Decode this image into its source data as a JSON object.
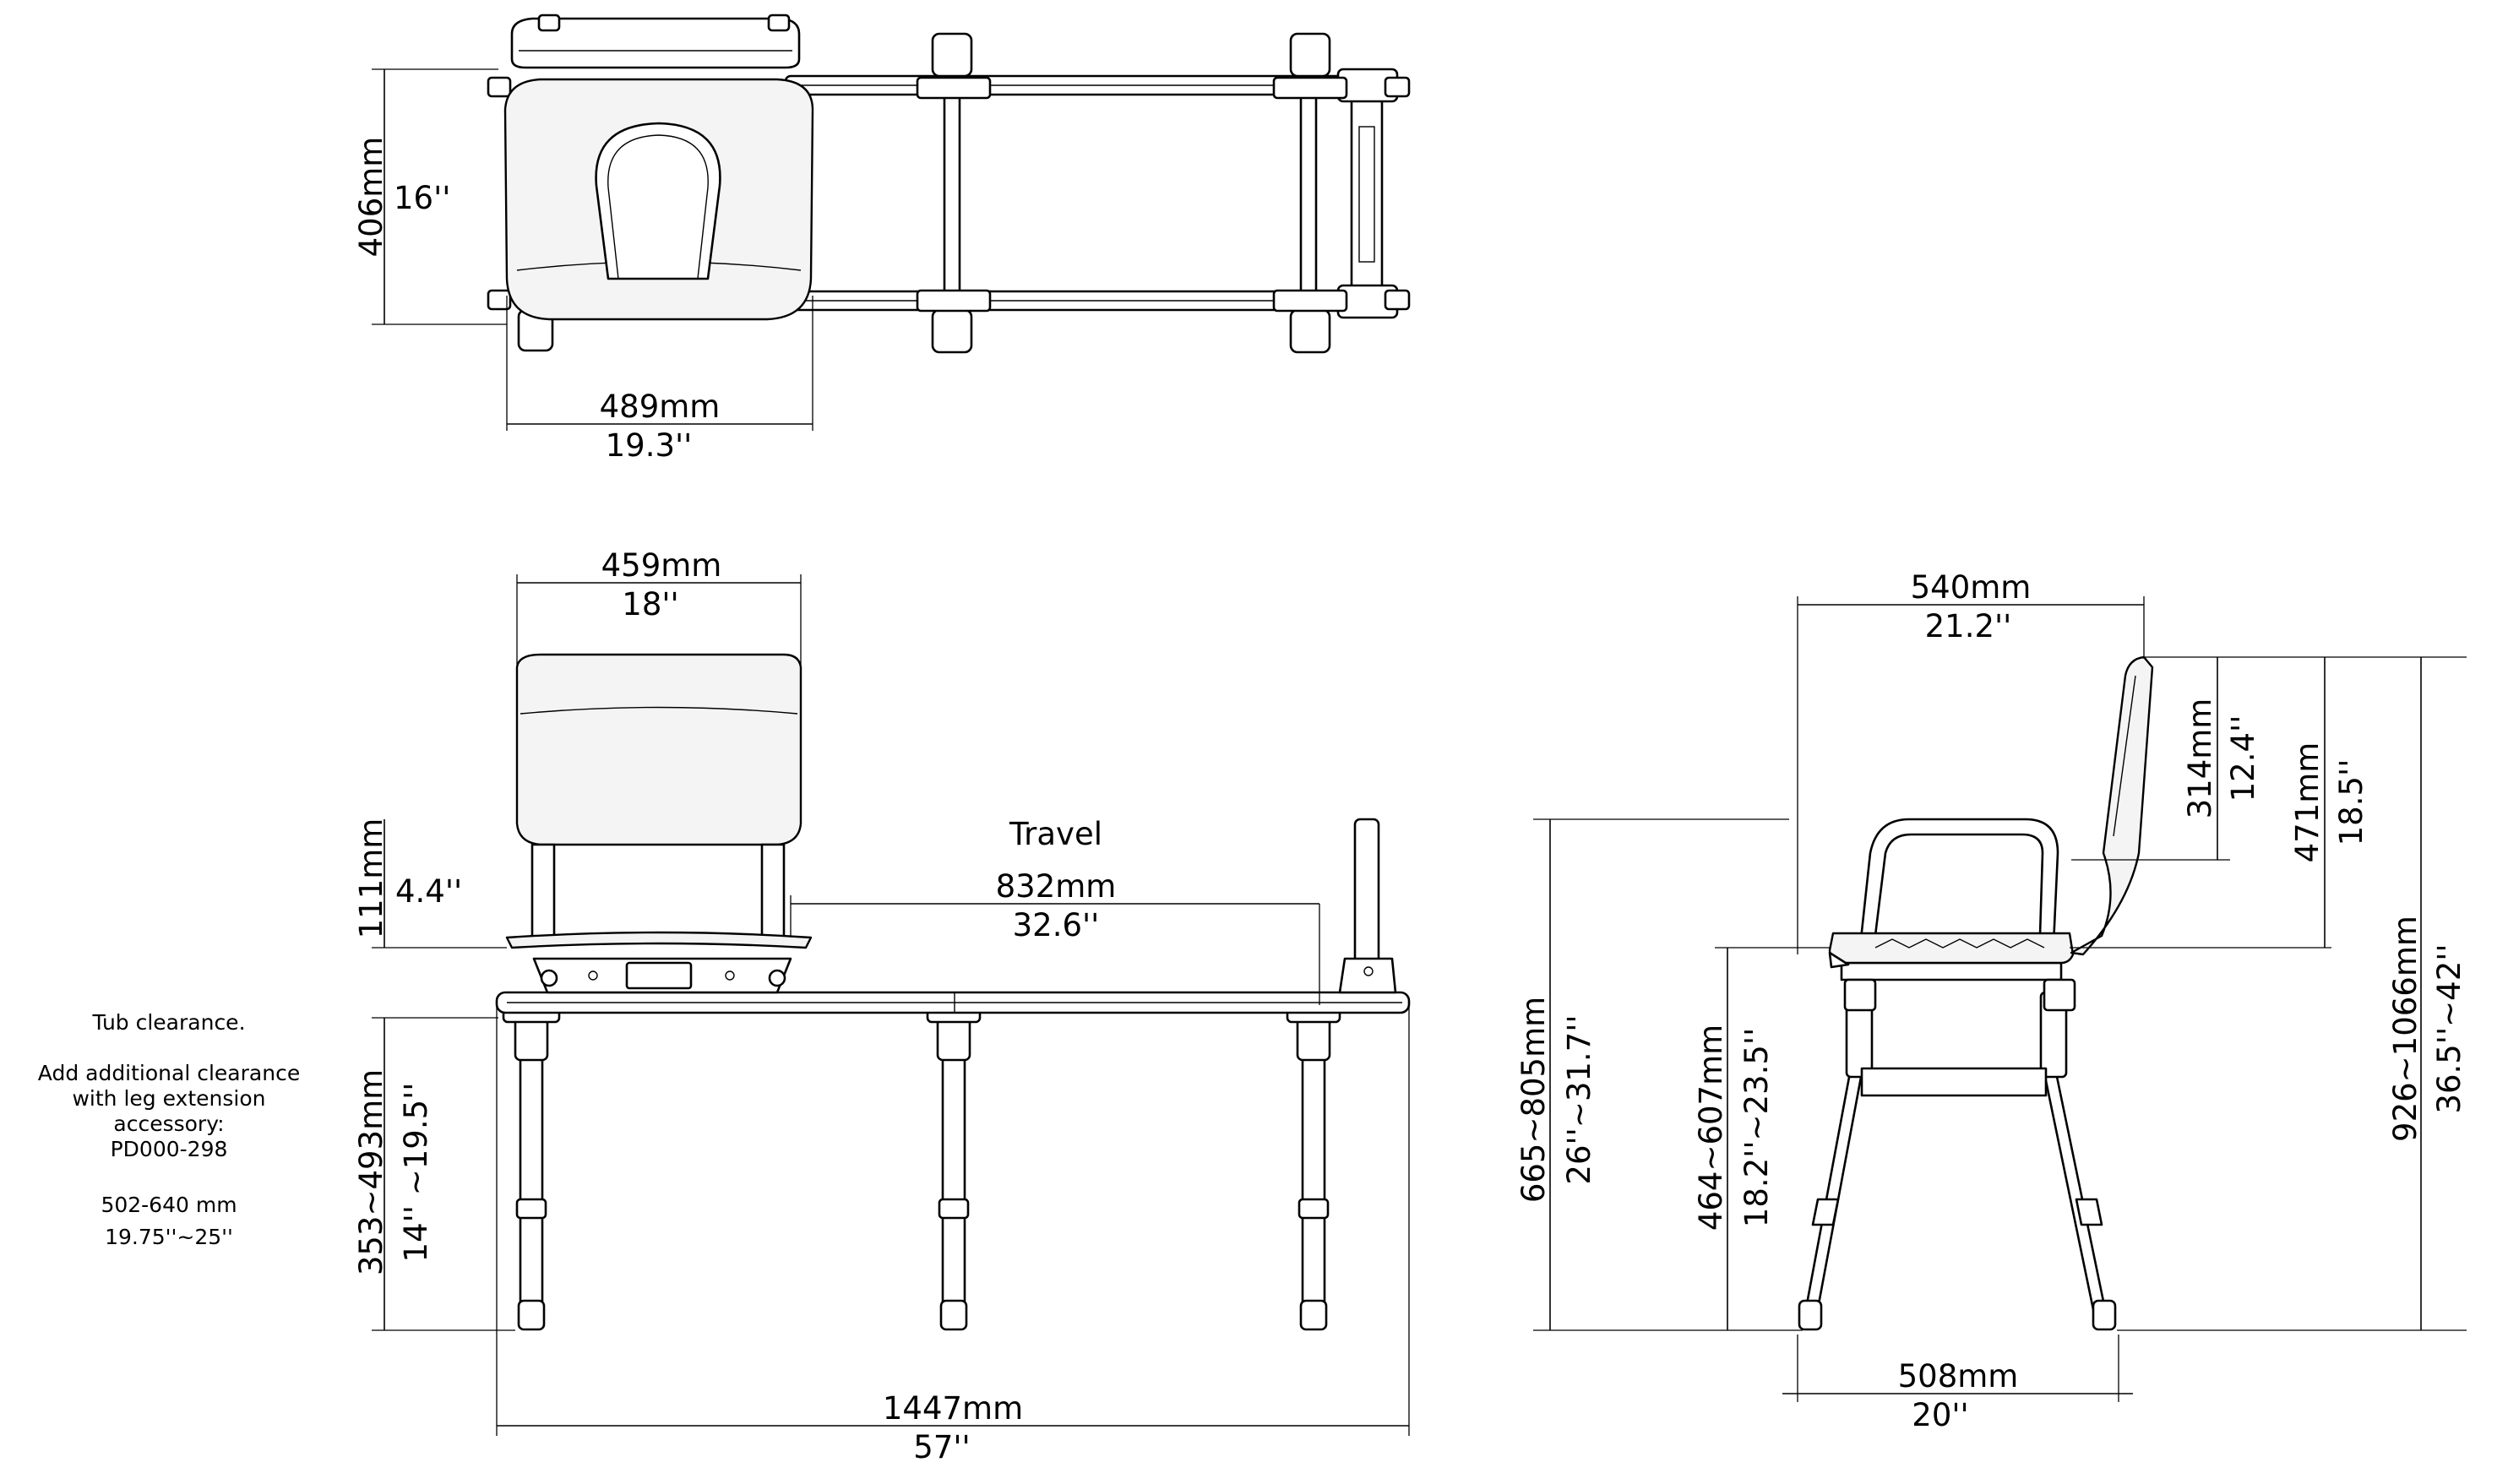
{
  "top_view": {
    "depth_mm": "406mm",
    "depth_in": "16''",
    "width_mm": "489mm",
    "width_in": "19.3''"
  },
  "front_view": {
    "back_width_mm": "459mm",
    "back_width_in": "18''",
    "travel_label": "Travel",
    "travel_mm": "832mm",
    "travel_in": "32.6''",
    "seat_rise_mm": "111mm",
    "seat_rise_in": "4.4''",
    "tub_clearance_mm": "353~493mm",
    "tub_clearance_in": "14'' ~19.5''",
    "overall_length_mm": "1447mm",
    "overall_length_in": "57''"
  },
  "side_view": {
    "width_mm": "540mm",
    "width_in": "21.2''",
    "back_height_mm": "314mm",
    "back_height_in": "12.4''",
    "back_total_mm": "471mm",
    "back_total_in": "18.5''",
    "overall_height_mm": "926~1066mm",
    "overall_height_in": "36.5''~42''",
    "armrest_height_mm": "665~805mm",
    "armrest_height_in": "26''~31.7''",
    "seat_height_mm": "464~607mm",
    "seat_height_in": "18.2''~23.5''",
    "base_width_mm": "508mm",
    "base_width_in": "20''"
  },
  "notes": {
    "tub_clearance": "Tub clearance.",
    "additional_line1": "Add additional clearance",
    "additional_line2": "with leg extension",
    "additional_line3": "accessory:",
    "part_number": "PD000-298",
    "range_mm": "502-640 mm",
    "range_in": "19.75''~25''"
  }
}
